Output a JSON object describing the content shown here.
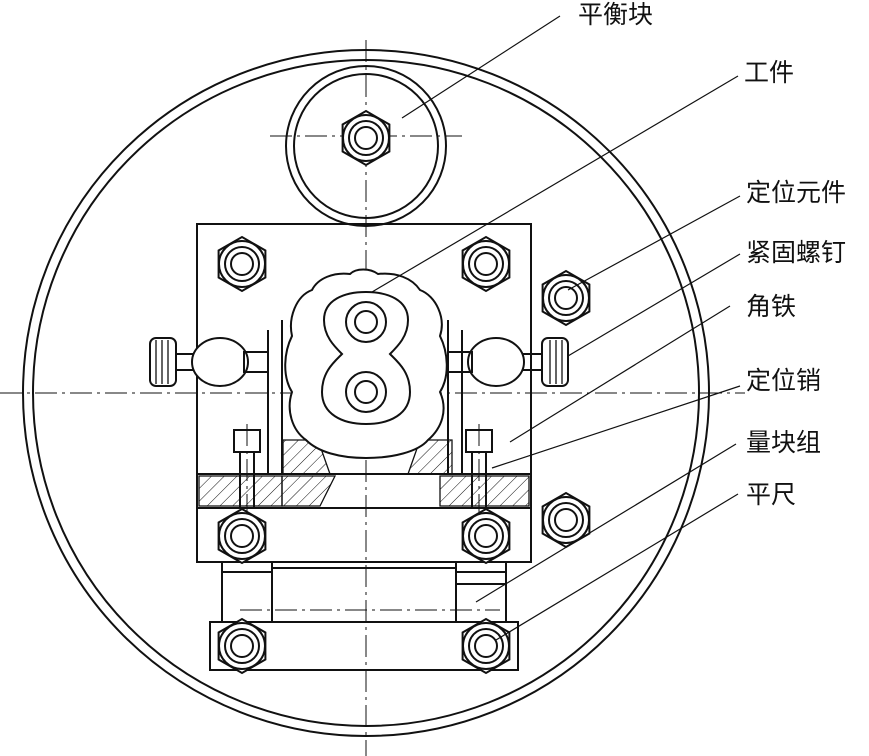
{
  "labels": {
    "balance_block": "平衡块",
    "workpiece": "工件",
    "locating_element": "定位元件",
    "clamping_screw": "紧固螺钉",
    "angle_iron": "角铁",
    "locating_pin": "定位销",
    "gauge_block_set": "量块组",
    "straightedge": "平尺"
  },
  "colors": {
    "line": "#111111",
    "background": "#ffffff"
  }
}
